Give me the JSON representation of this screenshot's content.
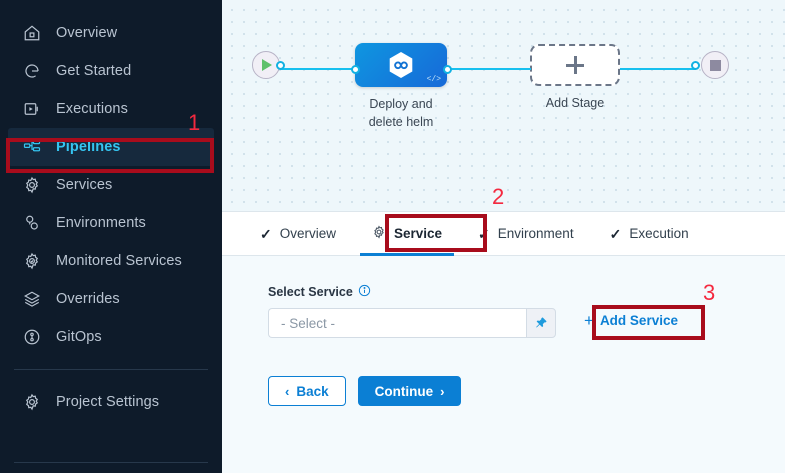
{
  "sidebar": {
    "items": [
      {
        "label": "Overview",
        "icon": "home-icon",
        "active": false
      },
      {
        "label": "Get Started",
        "icon": "rocket-start-icon",
        "active": false
      },
      {
        "label": "Executions",
        "icon": "play-box-icon",
        "active": false
      },
      {
        "label": "Pipelines",
        "icon": "pipeline-icon",
        "active": true
      },
      {
        "label": "Services",
        "icon": "gear-icon",
        "active": false
      },
      {
        "label": "Environments",
        "icon": "environments-icon",
        "active": false
      },
      {
        "label": "Monitored Services",
        "icon": "monitored-services-icon",
        "active": false
      },
      {
        "label": "Overrides",
        "icon": "layers-icon",
        "active": false
      },
      {
        "label": "GitOps",
        "icon": "gitops-icon",
        "active": false
      }
    ],
    "settings": {
      "label": "Project Settings",
      "icon": "gear-icon"
    }
  },
  "canvas": {
    "start_node": {
      "name": "pipeline-start",
      "icon": "play-icon"
    },
    "stage": {
      "label_line1": "Deploy and",
      "label_line2": "delete helm",
      "icon": "helm-hexagon-icon",
      "code_glyph": "</>"
    },
    "add_stage": {
      "label": "Add Stage",
      "icon": "plus-icon"
    },
    "end_node": {
      "name": "pipeline-end",
      "icon": "stop-icon"
    }
  },
  "tabs": [
    {
      "label": "Overview",
      "icon": "check-icon",
      "selected": false
    },
    {
      "label": "Service",
      "icon": "gear-icon",
      "selected": true
    },
    {
      "label": "Environment",
      "icon": "check-icon",
      "selected": false
    },
    {
      "label": "Execution",
      "icon": "check-icon",
      "selected": false
    }
  ],
  "form": {
    "select_service_label": "Select Service",
    "select_service_info_icon": "info-icon",
    "select_placeholder": "- Select -",
    "pin_icon": "pin-icon",
    "add_service_label": "Add Service",
    "add_service_icon": "plus-icon",
    "back_label": "Back",
    "continue_label": "Continue"
  },
  "annotations": {
    "one": "1",
    "two": "2",
    "three": "3",
    "box_color": "#a80c1c",
    "num_color": "#f4293f"
  },
  "colors": {
    "sidebar_bg": "#0e1b2a",
    "sidebar_active_bg": "#16293d",
    "sidebar_active_text": "#35c4f0",
    "accent_blue": "#0b7fd4",
    "wire_blue": "#17c0ef",
    "canvas_bg": "#eef7fb",
    "page_bg": "#f4fafd"
  }
}
